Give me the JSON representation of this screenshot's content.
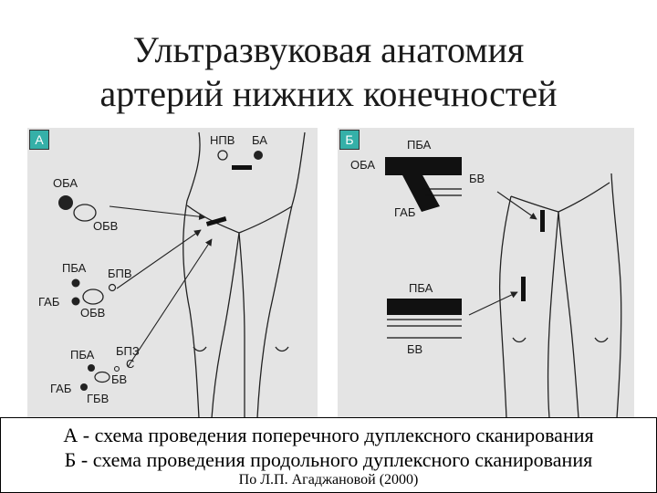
{
  "title": {
    "line1": "Ультразвуковая анатомия",
    "line2": "артерий нижних конечностей"
  },
  "panel_a": {
    "letter": "А",
    "labels": {
      "npv": "НПВ",
      "ba": "БА",
      "oba": "ОБА",
      "obv": "ОБВ",
      "pba_1": "ПБА",
      "bpv": "БПВ",
      "gab_1": "ГАБ",
      "obv_2": "ОБВ",
      "pba_2": "ПБА",
      "bpz": "БПЗ",
      "c": "С",
      "bv": "БВ",
      "gab_2": "ГАБ",
      "gbv": "ГБВ"
    }
  },
  "panel_b": {
    "letter": "Б",
    "labels": {
      "pba_top": "ПБА",
      "oba": "ОБА",
      "bv_top": "БВ",
      "gab": "ГАБ",
      "pba_mid": "ПБА",
      "bv_bottom": "БВ"
    }
  },
  "caption": {
    "line1": "А - схема проведения поперечного дуплексного сканирования",
    "line2": "Б - схема проведения продольного дуплексного сканирования",
    "source": "По Л.П. Агаджановой (2000)"
  }
}
